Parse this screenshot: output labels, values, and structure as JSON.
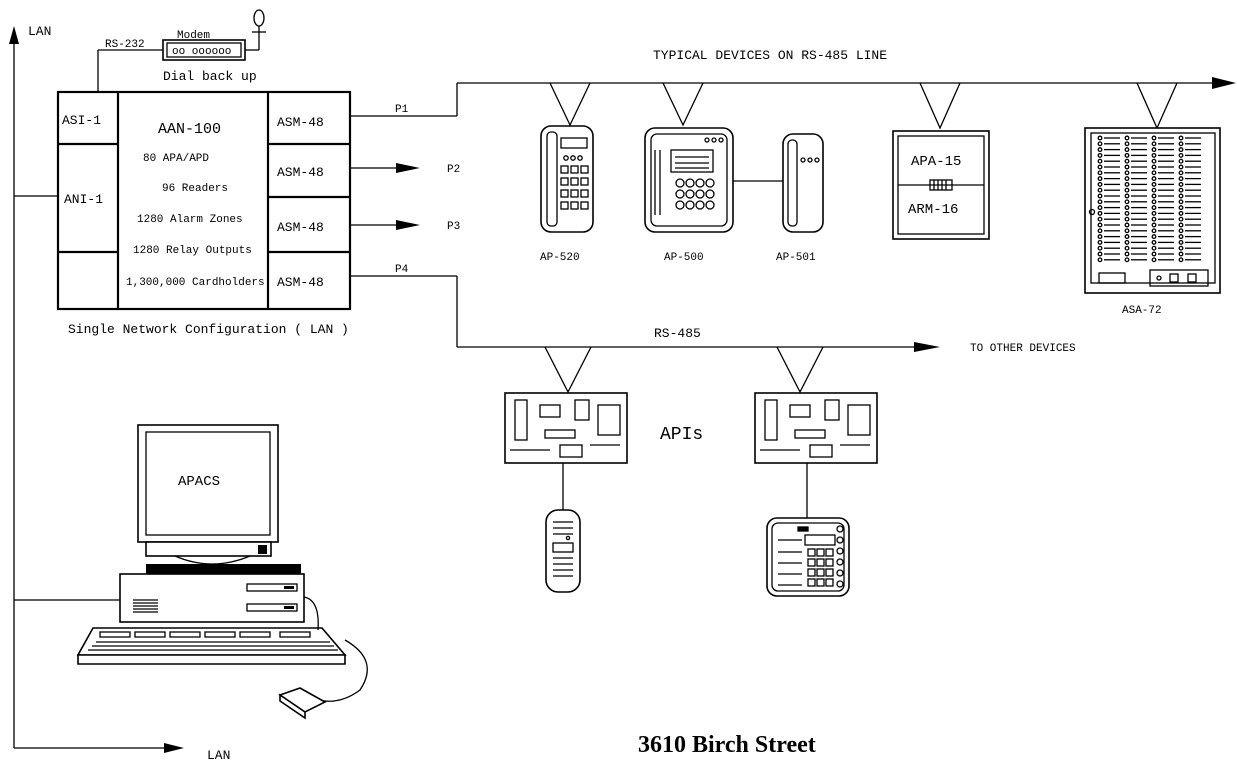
{
  "lan": {
    "top_label": "LAN",
    "bottom_label": "LAN"
  },
  "modem": {
    "label": "Modem",
    "dots": "oo oooooo",
    "rs232": "RS-232",
    "dialback": "Dial back up"
  },
  "controller": {
    "asi": "ASI-1",
    "ani": "ANI-1",
    "aan_title": "AAN-100",
    "specs": [
      "80 APA/APD",
      "96 Readers",
      "1280 Alarm Zones",
      "1280 Relay Outputs",
      "1,300,000 Cardholders"
    ],
    "asm_modules": [
      "ASM-48",
      "ASM-48",
      "ASM-48",
      "ASM-48"
    ],
    "caption": "Single Network Configuration ( LAN )"
  },
  "ports": {
    "p1": "P1",
    "p2": "P2",
    "p3": "P3",
    "p4": "P4"
  },
  "rs485_title": "TYPICAL DEVICES ON RS-485 LINE",
  "devices": {
    "ap520": "AP-520",
    "ap500": "AP-500",
    "ap501": "AP-501",
    "apa15": "APA-15",
    "arm16": "ARM-16",
    "asa72": "ASA-72"
  },
  "lower_line": {
    "rs485": "RS-485",
    "other": "TO OTHER DEVICES",
    "apis": "APIs"
  },
  "computer": {
    "screen": "APACS"
  },
  "footer": {
    "address": "3610 Birch Street"
  }
}
